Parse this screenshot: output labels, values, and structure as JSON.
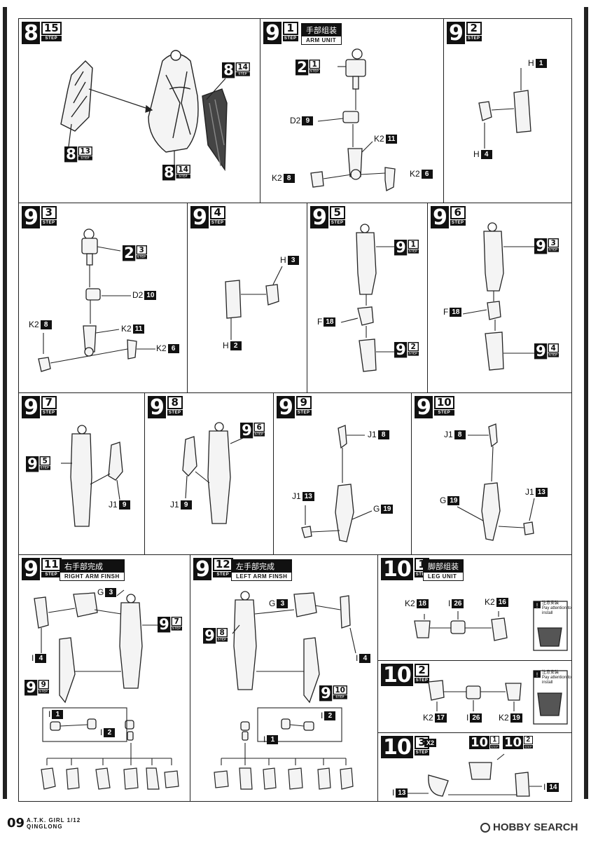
{
  "step_word": "STEP",
  "panels": {
    "p8_15": {
      "main": "8",
      "sub": "15",
      "callouts": [
        {
          "main": "8",
          "sub": "14"
        },
        {
          "main": "8",
          "sub": "13"
        },
        {
          "main": "8",
          "sub": "14"
        }
      ]
    },
    "p9_1": {
      "main": "9",
      "sub": "1",
      "title_cn": "手部组装",
      "title_en": "ARM UNIT",
      "callout": {
        "main": "2",
        "sub": "1"
      },
      "labels": [
        {
          "t": "D2",
          "n": "9"
        },
        {
          "t": "K2",
          "n": "11"
        },
        {
          "t": "K2",
          "n": "8"
        },
        {
          "t": "K2",
          "n": "6"
        }
      ]
    },
    "p9_2": {
      "main": "9",
      "sub": "2",
      "labels": [
        {
          "t": "H",
          "n": "1"
        },
        {
          "t": "H",
          "n": "4"
        }
      ]
    },
    "p9_3": {
      "main": "9",
      "sub": "3",
      "callout": {
        "main": "2",
        "sub": "3"
      },
      "labels": [
        {
          "t": "D2",
          "n": "10"
        },
        {
          "t": "K2",
          "n": "8"
        },
        {
          "t": "K2",
          "n": "11"
        },
        {
          "t": "K2",
          "n": "6"
        }
      ]
    },
    "p9_4": {
      "main": "9",
      "sub": "4",
      "labels": [
        {
          "t": "H",
          "n": "3"
        },
        {
          "t": "H",
          "n": "2"
        }
      ]
    },
    "p9_5": {
      "main": "9",
      "sub": "5",
      "callouts": [
        {
          "main": "9",
          "sub": "1"
        },
        {
          "main": "9",
          "sub": "2"
        }
      ],
      "labels": [
        {
          "t": "F",
          "n": "18"
        }
      ]
    },
    "p9_6": {
      "main": "9",
      "sub": "6",
      "callouts": [
        {
          "main": "9",
          "sub": "3"
        },
        {
          "main": "9",
          "sub": "4"
        }
      ],
      "labels": [
        {
          "t": "F",
          "n": "18"
        }
      ]
    },
    "p9_7": {
      "main": "9",
      "sub": "7",
      "callout": {
        "main": "9",
        "sub": "5"
      },
      "labels": [
        {
          "t": "J1",
          "n": "9"
        }
      ]
    },
    "p9_8": {
      "main": "9",
      "sub": "8",
      "callout": {
        "main": "9",
        "sub": "6"
      },
      "labels": [
        {
          "t": "J1",
          "n": "9"
        }
      ]
    },
    "p9_9": {
      "main": "9",
      "sub": "9",
      "labels": [
        {
          "t": "J1",
          "n": "8"
        },
        {
          "t": "J1",
          "n": "13"
        },
        {
          "t": "G",
          "n": "19"
        }
      ]
    },
    "p9_10": {
      "main": "9",
      "sub": "10",
      "labels": [
        {
          "t": "J1",
          "n": "8"
        },
        {
          "t": "J1",
          "n": "13"
        },
        {
          "t": "G",
          "n": "19"
        }
      ]
    },
    "p9_11": {
      "main": "9",
      "sub": "11",
      "title_cn": "右手部完成",
      "title_en": "RIGHT ARM FINSH",
      "callouts": [
        {
          "main": "9",
          "sub": "7"
        },
        {
          "main": "9",
          "sub": "9"
        }
      ],
      "labels": [
        {
          "t": "G",
          "n": "3"
        },
        {
          "t": "I",
          "n": "4"
        },
        {
          "t": "I",
          "n": "1"
        },
        {
          "t": "I",
          "n": "2"
        }
      ]
    },
    "p9_12": {
      "main": "9",
      "sub": "12",
      "title_cn": "左手部完成",
      "title_en": "LEFT ARM FINSH",
      "callouts": [
        {
          "main": "9",
          "sub": "8"
        },
        {
          "main": "9",
          "sub": "10"
        }
      ],
      "labels": [
        {
          "t": "G",
          "n": "3"
        },
        {
          "t": "I",
          "n": "4"
        },
        {
          "t": "I",
          "n": "2"
        },
        {
          "t": "I",
          "n": "1"
        }
      ]
    },
    "p10_1": {
      "main": "10",
      "sub": "1",
      "title_cn": "脚部组装",
      "title_en": "LEG UNIT",
      "labels": [
        {
          "t": "K2",
          "n": "18"
        },
        {
          "t": "I",
          "n": "26"
        },
        {
          "t": "K2",
          "n": "16"
        }
      ],
      "attention_cn": "注意安装",
      "attention_en": "Pay attention to install"
    },
    "p10_2": {
      "main": "10",
      "sub": "2",
      "labels": [
        {
          "t": "K2",
          "n": "17"
        },
        {
          "t": "I",
          "n": "26"
        },
        {
          "t": "K2",
          "n": "19"
        }
      ],
      "attention_cn": "注意安装",
      "attention_en": "Pay attention to install"
    },
    "p10_3": {
      "main": "10",
      "sub": "3",
      "multiplier": "X2",
      "callouts": [
        {
          "main": "10",
          "sub": "1"
        },
        {
          "main": "10",
          "sub": "2"
        }
      ],
      "labels": [
        {
          "t": "I",
          "n": "13"
        },
        {
          "t": "I",
          "n": "14"
        }
      ]
    }
  },
  "footer": {
    "page_number": "09",
    "title_line1": "A.T.K. GIRL 1/12",
    "title_line2": "QINGLONG"
  },
  "watermark": "HOBBY SEARCH"
}
